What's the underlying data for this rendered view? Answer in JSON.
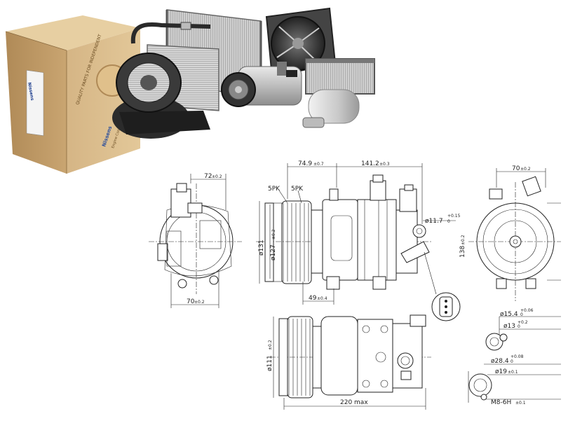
{
  "box": {
    "brand": "Nissens",
    "side_text": "Engine Cooling & Climate",
    "top_text": "QUALITY PARTS FOR INDEPENDENT"
  },
  "dimensions": {
    "left_view_top": "72",
    "left_view_top_tol": "±0.2",
    "left_view_bottom": "70",
    "left_view_bottom_tol": "±0.2",
    "pulley_label_a": "5PK",
    "pulley_label_b": "5PK",
    "top_span_a": "74.9",
    "top_span_a_tol": "±0.7",
    "top_span_b": "141.2",
    "top_span_b_tol": "±0.3",
    "dia_131": "ø131",
    "dia_127": "ø127",
    "dia_127_tol": "±0.2",
    "dia_11_7": "ø11.7",
    "dia_11_7_tol_up": "+0.15",
    "dia_11_7_tol_low": "0",
    "bottom_span": "49",
    "bottom_span_tol": "±0.4",
    "right_view_top": "70",
    "right_view_top_tol": "±0.2",
    "right_view_height": "138",
    "right_view_height_tol": "±0.2",
    "dia_15_4": "ø15.4",
    "dia_15_4_tol_up": "+0.06",
    "dia_15_4_tol_low": "0",
    "dia_13": "ø13",
    "dia_13_tol_up": "+0.2",
    "dia_13_tol_low": "0",
    "dia_28_4": "ø28.4",
    "dia_28_4_tol_up": "+0.08",
    "dia_28_4_tol_low": "0",
    "dia_19": "ø19",
    "dia_19_tol": "±0.1",
    "thread": "M8-6H",
    "thread_tol": "±0.1",
    "dia_111": "ø111",
    "dia_111_tol": "±0.2",
    "overall_length": "220 max"
  }
}
